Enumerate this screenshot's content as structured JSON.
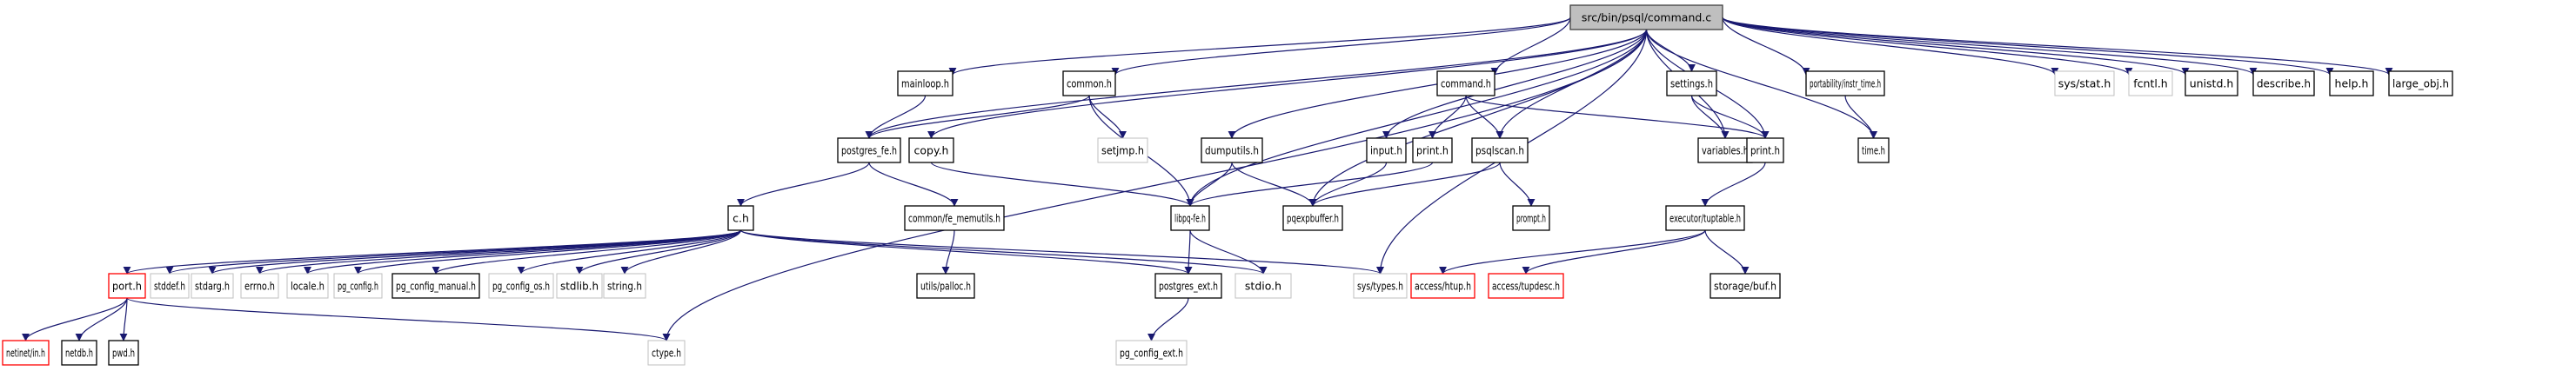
{
  "diagram": {
    "type": "include-dependency-graph",
    "root": "src/bin/psql/command.c",
    "edge_color": "#191970",
    "style_colors": {
      "root_fill": "#bfbfbf",
      "normal_border": "#000000",
      "external_border": "#bfbfbf",
      "incomplete_border": "#ff0000"
    },
    "nodes": [
      {
        "id": "root",
        "label": "src/bin/psql/command.c",
        "style": "root"
      },
      {
        "id": "mainloop",
        "label": "mainloop.h",
        "style": "normal"
      },
      {
        "id": "common",
        "label": "common.h",
        "style": "normal"
      },
      {
        "id": "command_h",
        "label": "command.h",
        "style": "normal"
      },
      {
        "id": "settings",
        "label": "settings.h",
        "style": "normal"
      },
      {
        "id": "instr_time",
        "label": "portability/instr_time.h",
        "style": "normal"
      },
      {
        "id": "sys_stat",
        "label": "sys/stat.h",
        "style": "external"
      },
      {
        "id": "fcntl",
        "label": "fcntl.h",
        "style": "external"
      },
      {
        "id": "unistd",
        "label": "unistd.h",
        "style": "normal"
      },
      {
        "id": "describe",
        "label": "describe.h",
        "style": "normal"
      },
      {
        "id": "help",
        "label": "help.h",
        "style": "normal"
      },
      {
        "id": "large_obj",
        "label": "large_obj.h",
        "style": "normal"
      },
      {
        "id": "postgres_fe",
        "label": "postgres_fe.h",
        "style": "normal"
      },
      {
        "id": "copy",
        "label": "copy.h",
        "style": "normal"
      },
      {
        "id": "setjmp",
        "label": "setjmp.h",
        "style": "external"
      },
      {
        "id": "dumputils",
        "label": "dumputils.h",
        "style": "normal"
      },
      {
        "id": "input",
        "label": "input.h",
        "style": "normal"
      },
      {
        "id": "print_a",
        "label": "print.h",
        "style": "normal"
      },
      {
        "id": "psqlscan",
        "label": "psqlscan.h",
        "style": "normal"
      },
      {
        "id": "variables",
        "label": "variables.h",
        "style": "normal"
      },
      {
        "id": "print_b",
        "label": "print.h",
        "style": "normal"
      },
      {
        "id": "time",
        "label": "time.h",
        "style": "normal"
      },
      {
        "id": "c_h",
        "label": "c.h",
        "style": "normal"
      },
      {
        "id": "fe_memutils",
        "label": "common/fe_memutils.h",
        "style": "normal"
      },
      {
        "id": "libpq_fe",
        "label": "libpq-fe.h",
        "style": "normal"
      },
      {
        "id": "pqexpbuffer",
        "label": "pqexpbuffer.h",
        "style": "normal"
      },
      {
        "id": "prompt",
        "label": "prompt.h",
        "style": "normal"
      },
      {
        "id": "tuptable",
        "label": "executor/tuptable.h",
        "style": "normal"
      },
      {
        "id": "port",
        "label": "port.h",
        "style": "incomplete"
      },
      {
        "id": "stddef",
        "label": "stddef.h",
        "style": "external"
      },
      {
        "id": "stdarg",
        "label": "stdarg.h",
        "style": "external"
      },
      {
        "id": "errno",
        "label": "errno.h",
        "style": "external"
      },
      {
        "id": "locale",
        "label": "locale.h",
        "style": "external"
      },
      {
        "id": "pg_config",
        "label": "pg_config.h",
        "style": "external"
      },
      {
        "id": "pg_config_manual",
        "label": "pg_config_manual.h",
        "style": "normal"
      },
      {
        "id": "pg_config_os",
        "label": "pg_config_os.h",
        "style": "external"
      },
      {
        "id": "stdlib",
        "label": "stdlib.h",
        "style": "external"
      },
      {
        "id": "string",
        "label": "string.h",
        "style": "external"
      },
      {
        "id": "palloc",
        "label": "utils/palloc.h",
        "style": "normal"
      },
      {
        "id": "postgres_ext",
        "label": "postgres_ext.h",
        "style": "normal"
      },
      {
        "id": "stdio",
        "label": "stdio.h",
        "style": "external"
      },
      {
        "id": "sys_types",
        "label": "sys/types.h",
        "style": "external"
      },
      {
        "id": "htup",
        "label": "access/htup.h",
        "style": "incomplete"
      },
      {
        "id": "tupdesc",
        "label": "access/tupdesc.h",
        "style": "incomplete"
      },
      {
        "id": "buf",
        "label": "storage/buf.h",
        "style": "normal"
      },
      {
        "id": "netinet_in",
        "label": "netinet/in.h",
        "style": "incomplete"
      },
      {
        "id": "netdb",
        "label": "netdb.h",
        "style": "normal"
      },
      {
        "id": "pwd",
        "label": "pwd.h",
        "style": "normal"
      },
      {
        "id": "ctype",
        "label": "ctype.h",
        "style": "external"
      },
      {
        "id": "pg_config_ext",
        "label": "pg_config_ext.h",
        "style": "external"
      }
    ],
    "edges": [
      [
        "root",
        "postgres_fe"
      ],
      [
        "root",
        "mainloop"
      ],
      [
        "root",
        "common"
      ],
      [
        "root",
        "copy"
      ],
      [
        "root",
        "libpq_fe"
      ],
      [
        "root",
        "dumputils"
      ],
      [
        "root",
        "pqexpbuffer"
      ],
      [
        "root",
        "input"
      ],
      [
        "root",
        "command_h"
      ],
      [
        "root",
        "psqlscan"
      ],
      [
        "root",
        "sys_types"
      ],
      [
        "root",
        "settings"
      ],
      [
        "root",
        "variables"
      ],
      [
        "root",
        "print_b"
      ],
      [
        "root",
        "ctype"
      ],
      [
        "root",
        "instr_time"
      ],
      [
        "root",
        "time"
      ],
      [
        "root",
        "sys_stat"
      ],
      [
        "root",
        "fcntl"
      ],
      [
        "root",
        "unistd"
      ],
      [
        "root",
        "describe"
      ],
      [
        "root",
        "help"
      ],
      [
        "root",
        "large_obj"
      ],
      [
        "mainloop",
        "postgres_fe"
      ],
      [
        "common",
        "postgres_fe"
      ],
      [
        "common",
        "setjmp"
      ],
      [
        "common",
        "libpq_fe"
      ],
      [
        "command_h",
        "print_a"
      ],
      [
        "command_h",
        "psqlscan"
      ],
      [
        "command_h",
        "print_b"
      ],
      [
        "settings",
        "variables"
      ],
      [
        "settings",
        "print_b"
      ],
      [
        "instr_time",
        "time"
      ],
      [
        "postgres_fe",
        "c_h"
      ],
      [
        "postgres_fe",
        "fe_memutils"
      ],
      [
        "copy",
        "libpq_fe"
      ],
      [
        "dumputils",
        "libpq_fe"
      ],
      [
        "dumputils",
        "pqexpbuffer"
      ],
      [
        "input",
        "pqexpbuffer"
      ],
      [
        "print_a",
        "libpq_fe"
      ],
      [
        "psqlscan",
        "pqexpbuffer"
      ],
      [
        "psqlscan",
        "prompt"
      ],
      [
        "print_b",
        "tuptable"
      ],
      [
        "c_h",
        "port"
      ],
      [
        "c_h",
        "stddef"
      ],
      [
        "c_h",
        "stdarg"
      ],
      [
        "c_h",
        "errno"
      ],
      [
        "c_h",
        "locale"
      ],
      [
        "c_h",
        "pg_config"
      ],
      [
        "c_h",
        "pg_config_manual"
      ],
      [
        "c_h",
        "pg_config_os"
      ],
      [
        "c_h",
        "stdlib"
      ],
      [
        "c_h",
        "string"
      ],
      [
        "c_h",
        "postgres_ext"
      ],
      [
        "c_h",
        "stdio"
      ],
      [
        "c_h",
        "sys_types"
      ],
      [
        "fe_memutils",
        "palloc"
      ],
      [
        "libpq_fe",
        "postgres_ext"
      ],
      [
        "libpq_fe",
        "stdio"
      ],
      [
        "tuptable",
        "htup"
      ],
      [
        "tuptable",
        "tupdesc"
      ],
      [
        "tuptable",
        "buf"
      ],
      [
        "port",
        "netinet_in"
      ],
      [
        "port",
        "netdb"
      ],
      [
        "port",
        "pwd"
      ],
      [
        "port",
        "ctype"
      ],
      [
        "postgres_ext",
        "pg_config_ext"
      ]
    ]
  }
}
